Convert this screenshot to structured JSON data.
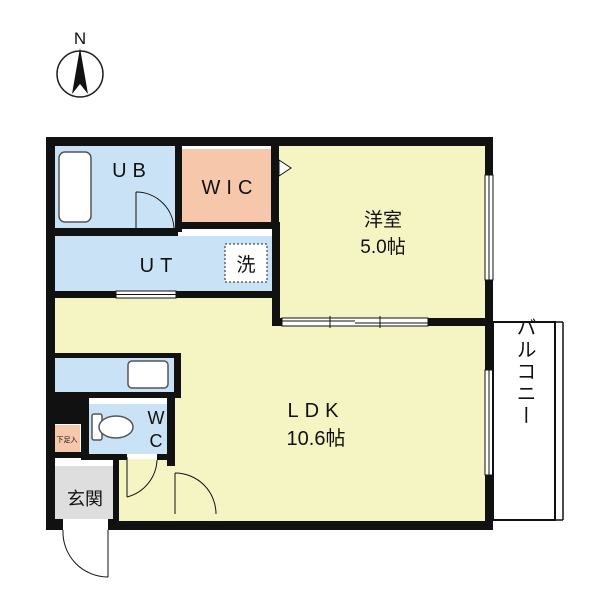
{
  "compass": {
    "north_label": "N"
  },
  "rooms": {
    "ub": {
      "label": "UB"
    },
    "wic": {
      "label": "WIC"
    },
    "ut": {
      "label": "UT"
    },
    "washer": {
      "label": "洗"
    },
    "western_room": {
      "name": "洋室",
      "size": "5.0帖"
    },
    "ldk": {
      "name": "LDK",
      "size": "10.6帖"
    },
    "wc": {
      "label_top": "W",
      "label_bottom": "C"
    },
    "shoe_box": {
      "label": "下足入"
    },
    "entrance": {
      "label": "玄関"
    },
    "balcony": {
      "label": "バルコニー"
    }
  },
  "colors": {
    "wall": "#111111",
    "wet_area": "#c9e2f5",
    "wic": "#f6c7aa",
    "living": "#f5f5c4",
    "shoe_box": "#f6c7aa",
    "entrance_floor": "#dedede",
    "balcony": "#ffffff"
  }
}
